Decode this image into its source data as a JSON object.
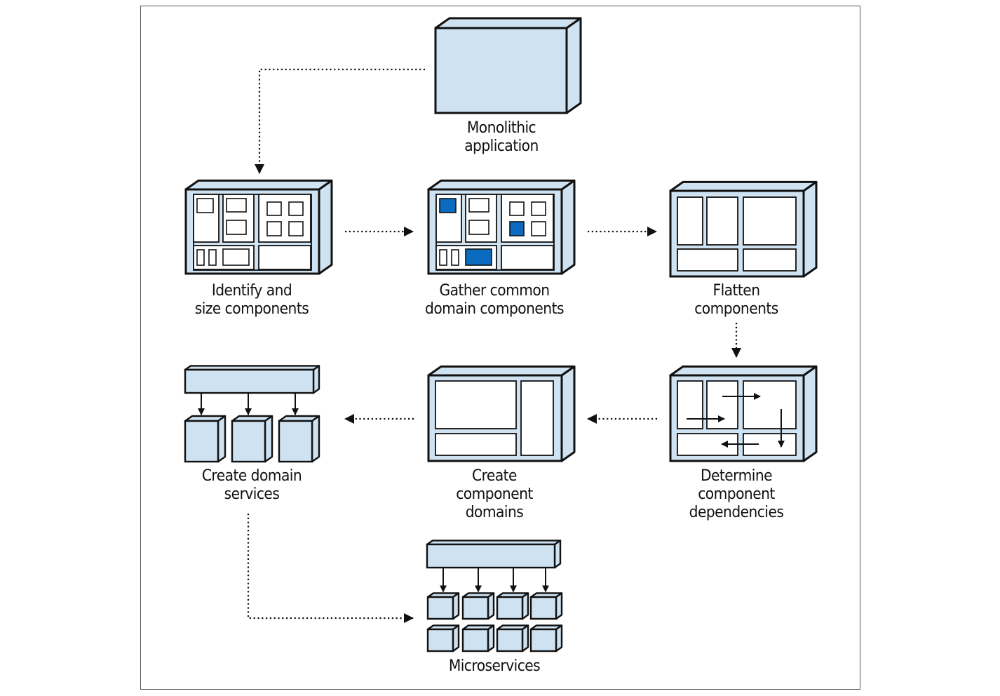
{
  "colors": {
    "box_fill": "#cfe2f1",
    "highlight": "#0a6bbf",
    "stroke": "#111111",
    "inner_fill": "#ffffff"
  },
  "steps": [
    {
      "id": "monolith",
      "lines": [
        "Monolithic",
        "application"
      ]
    },
    {
      "id": "identify",
      "lines": [
        "Identify and",
        "size components"
      ]
    },
    {
      "id": "gather",
      "lines": [
        "Gather common",
        "domain components"
      ]
    },
    {
      "id": "flatten",
      "lines": [
        "Flatten",
        "components"
      ]
    },
    {
      "id": "dependencies",
      "lines": [
        "Determine",
        "component",
        "dependencies"
      ]
    },
    {
      "id": "domains",
      "lines": [
        "Create",
        "component",
        "domains"
      ]
    },
    {
      "id": "services",
      "lines": [
        "Create domain",
        "services"
      ]
    },
    {
      "id": "microservices",
      "lines": [
        "Microservices"
      ]
    }
  ],
  "flow": [
    [
      "monolith",
      "identify"
    ],
    [
      "identify",
      "gather"
    ],
    [
      "gather",
      "flatten"
    ],
    [
      "flatten",
      "dependencies"
    ],
    [
      "dependencies",
      "domains"
    ],
    [
      "domains",
      "services"
    ],
    [
      "services",
      "microservices"
    ]
  ]
}
